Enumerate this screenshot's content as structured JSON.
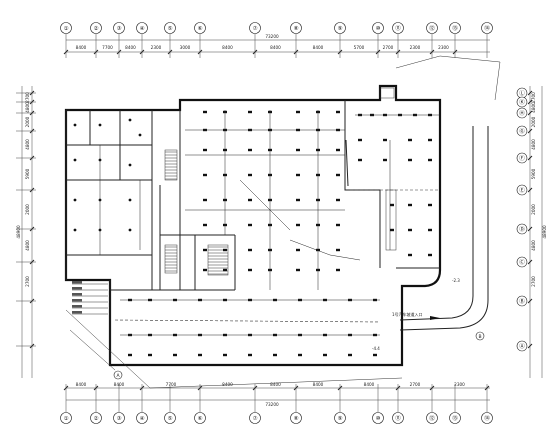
{
  "grid": {
    "top_axes": [
      "①",
      "②",
      "③",
      "④",
      "⑤",
      "⑥",
      "⑦",
      "⑧",
      "⑨",
      "⑩",
      "⑪",
      "⑫",
      "⑬",
      "⑭"
    ],
    "bottom_axes": [
      "①",
      "②",
      "③",
      "④",
      "⑤",
      "⑥",
      "⑦",
      "⑧",
      "⑨",
      "⑩",
      "⑪",
      "⑫",
      "⑬",
      "⑭"
    ],
    "left_axes": [
      "Ⓛ",
      "Ⓚ",
      "Ⓗ",
      "Ⓖ",
      "Ⓕ",
      "Ⓔ",
      "Ⓓ",
      "Ⓒ",
      "Ⓑ",
      "Ⓐ"
    ],
    "right_axes": [
      "Ⓛ",
      "Ⓚ",
      "Ⓗ",
      "Ⓖ",
      "Ⓕ",
      "Ⓔ",
      "Ⓓ",
      "Ⓒ",
      "Ⓑ",
      "Ⓐ"
    ],
    "top_dims": [
      "8400",
      "7700",
      "8400",
      "2300",
      "3000",
      "8400",
      "8400",
      "8400",
      "5700",
      "2700",
      "2300",
      "2300"
    ],
    "top_total": "73200",
    "bottom_dims": [
      "8400",
      "8400",
      "7700",
      "8400",
      "8400",
      "8400",
      "8400",
      "2700",
      "2300"
    ],
    "bottom_total": "73200",
    "left_dims": [
      "2700",
      "4800",
      "2000",
      "4800",
      "5900",
      "2000",
      "4800",
      "2700"
    ],
    "left_total": "48900",
    "right_dims": [
      "2700",
      "4800",
      "2000",
      "4800",
      "5900",
      "2000",
      "4800",
      "2700"
    ],
    "right_total": "48900"
  },
  "labels": {
    "elevation_right": "-2.3",
    "elevation_bottom": "-4.4",
    "entrance": "1号汽车坡道入口",
    "marker_a": "A",
    "marker_b": "B"
  }
}
